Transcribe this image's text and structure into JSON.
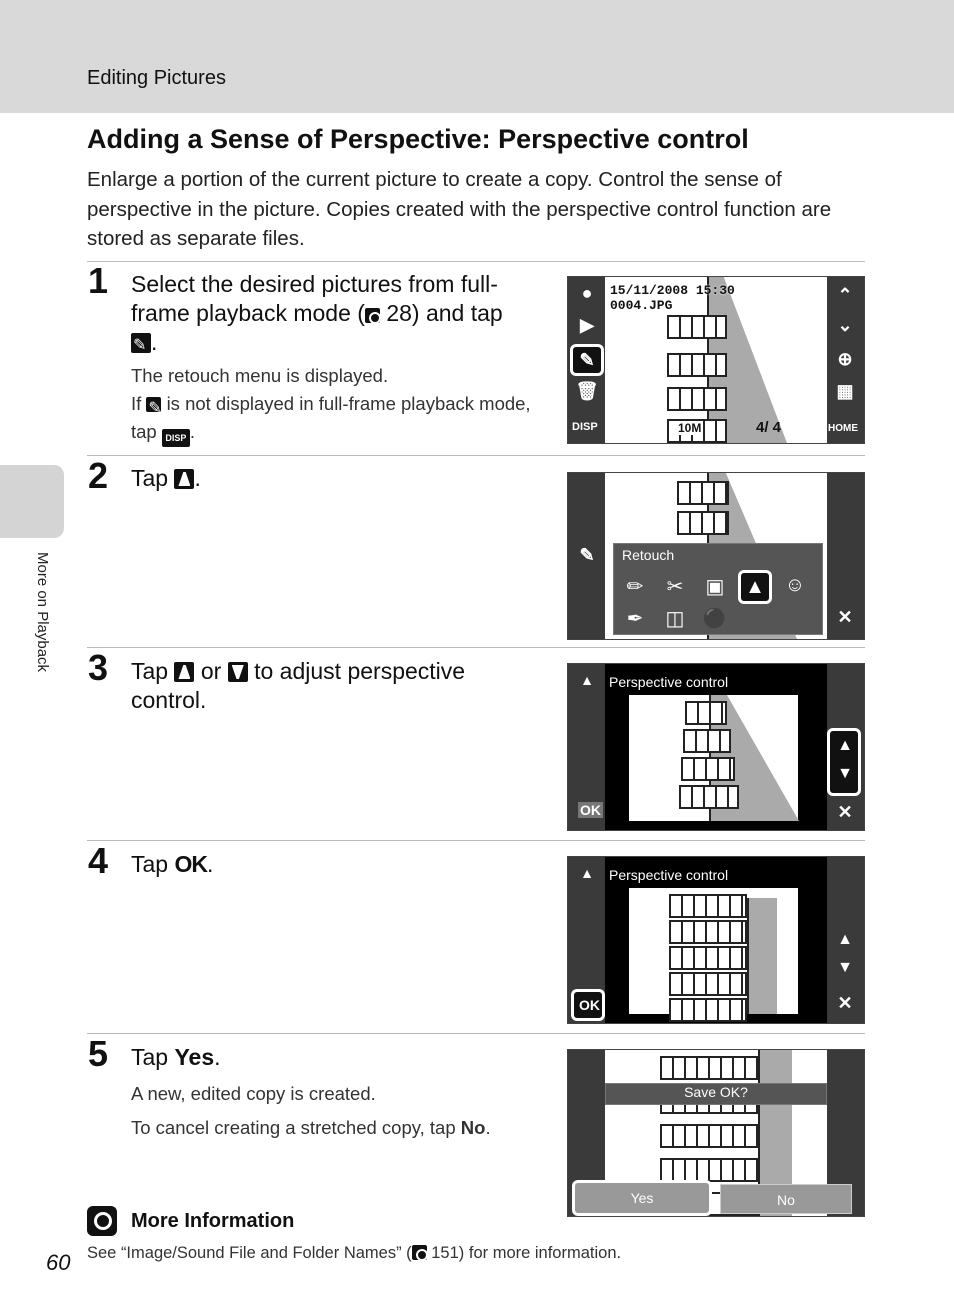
{
  "header": {
    "section": "Editing Pictures"
  },
  "side_tab": {
    "label": "More on Playback"
  },
  "title": "Adding a Sense of Perspective: Perspective control",
  "intro": "Enlarge a portion of the current picture to create a copy. Control the sense of perspective in the picture. Copies created with the perspective control function are stored as separate files.",
  "steps": [
    {
      "number": "1",
      "title_a": "Select the desired pictures from full-frame playback mode (",
      "title_ref": "28) and tap",
      "title_end": ".",
      "note1": "The retouch menu is displayed.",
      "note2_a": "If",
      "note2_b": "is not displayed in full-frame playback mode, tap",
      "note2_end": "."
    },
    {
      "number": "2",
      "title_a": "Tap",
      "title_end": "."
    },
    {
      "number": "3",
      "title_a": "Tap",
      "title_or": "or",
      "title_b": "to adjust perspective control."
    },
    {
      "number": "4",
      "title_a": "Tap",
      "title_ok": "OK",
      "title_end": "."
    },
    {
      "number": "5",
      "title_a": "Tap",
      "title_bold": "Yes",
      "title_end": ".",
      "note1": "A new, edited copy is created.",
      "note2_a": "To cancel creating a stretched copy, tap",
      "note2_bold": "No",
      "note2_end": "."
    }
  ],
  "screens": {
    "s1": {
      "datetime": "15/11/2008 15:30",
      "filename": "0004.JPG",
      "size_badge": "10M",
      "counter": "4/   4",
      "disp": "DISP",
      "home": "HOME"
    },
    "s2": {
      "menu_title": "Retouch"
    },
    "s3": {
      "label": "Perspective control",
      "ok": "OK"
    },
    "s4": {
      "label": "Perspective control",
      "ok": "OK"
    },
    "s5": {
      "prompt": "Save OK?",
      "yes": "Yes",
      "no": "No"
    }
  },
  "more_info": {
    "heading": "More Information",
    "text_a": "See “Image/Sound File and Folder Names” (",
    "text_b": "151) for more information."
  },
  "page_number": "60"
}
